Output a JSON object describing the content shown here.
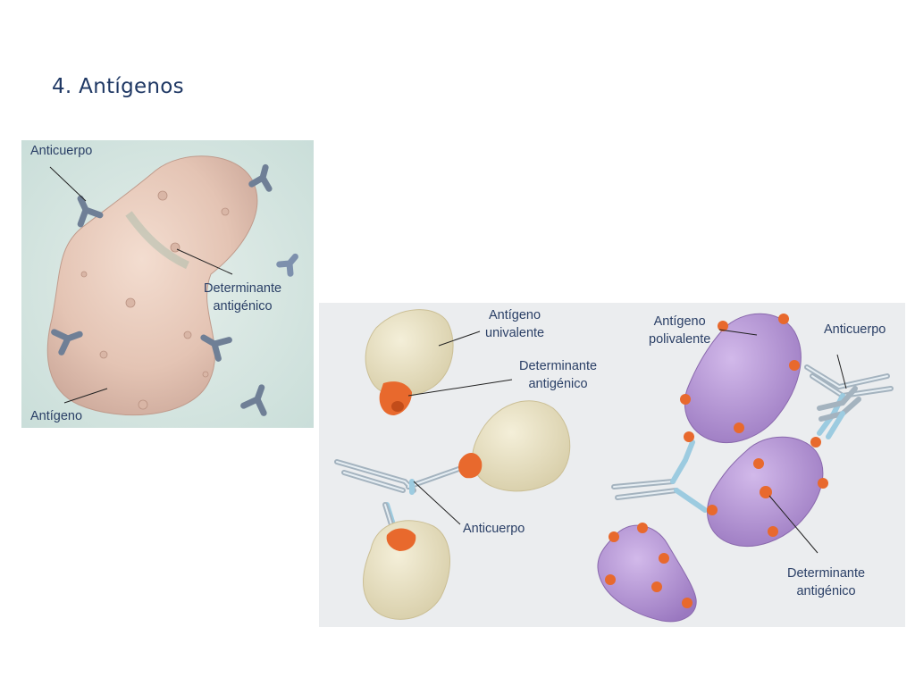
{
  "slide": {
    "title": "4. Antígenos"
  },
  "left_panel": {
    "labels": {
      "antibody": "Anticuerpo",
      "determinant_line1": "Determinante",
      "determinant_line2": "antigénico",
      "antigen": "Antígeno"
    }
  },
  "right_panel": {
    "labels": {
      "univalent_line1": "Antígeno",
      "univalent_line2": "univalente",
      "determinant_top_line1": "Determinante",
      "determinant_top_line2": "antigénico",
      "antibody_center": "Anticuerpo",
      "polyvalent_line1": "Antígeno",
      "polyvalent_line2": "polivalente",
      "antibody_right": "Anticuerpo",
      "determinant_bottom_line1": "Determinante",
      "determinant_bottom_line2": "antigénico"
    }
  },
  "colors": {
    "title": "#1f3864",
    "label": "#2a3f66",
    "univalent_antigen": "#e4dcbc",
    "polyvalent_antigen": "#b08fcf",
    "determinant": "#e8692d",
    "antibody_left": "#6f7f96",
    "antibody_right": "#a9c9dc"
  }
}
